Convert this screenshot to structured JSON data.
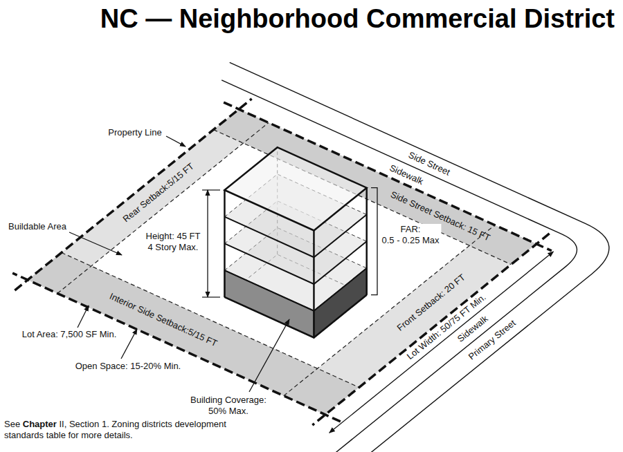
{
  "diagram": {
    "title": "NC — Neighborhood Commercial District",
    "caption": "See Chapter II, Section 1. Zoning districts development standards table for more details.",
    "labels": [
      "Property Line",
      "Buildable Area",
      "Rear Setback:5/15 FT",
      "Side Street",
      "Sidewalk",
      "Side Street Setback: 15 FT",
      "Height: 45 FT 4 Story Max.",
      "FAR: 0.5 - 0.25 Max",
      "Lot Area: 7,500 SF Min.",
      "Interior Side Setback:5/15 FT",
      "Front Setback: 20 FT",
      "Lot Width: 50/75 FT Min.",
      "Sidewalk",
      "Primary Street",
      "Open Space: 15-20% Min.",
      "Building Coverage: 50% Max."
    ]
  }
}
